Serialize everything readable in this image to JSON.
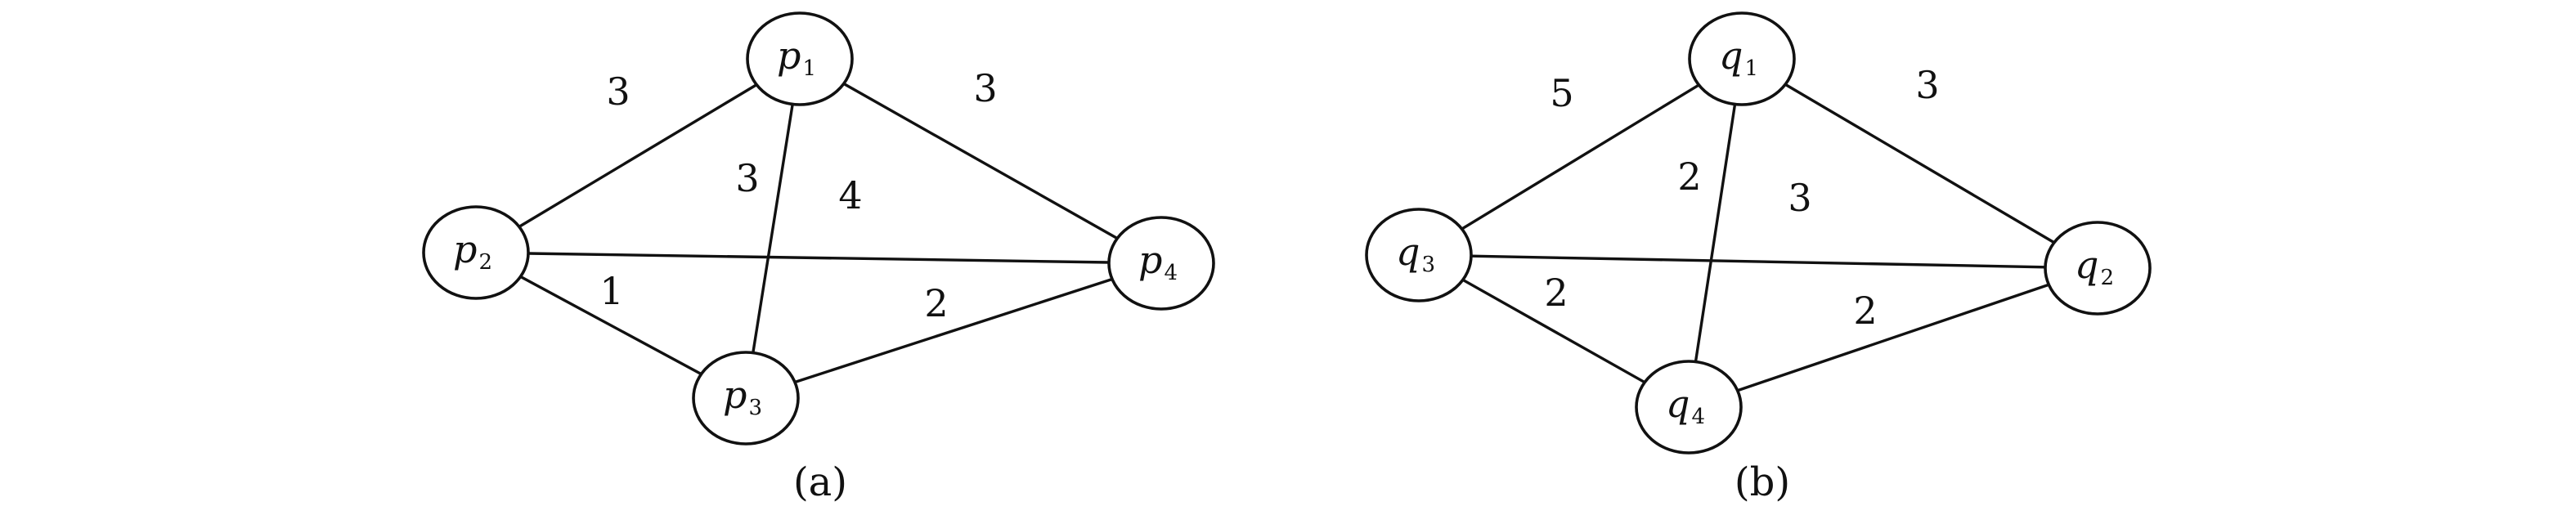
{
  "graphs": [
    {
      "id": "a",
      "caption": "(a)",
      "nodes": [
        {
          "id": "p1",
          "base": "p",
          "sub": "1"
        },
        {
          "id": "p2",
          "base": "p",
          "sub": "2"
        },
        {
          "id": "p3",
          "base": "p",
          "sub": "3"
        },
        {
          "id": "p4",
          "base": "p",
          "sub": "4"
        }
      ],
      "edges": [
        {
          "from": "p1",
          "to": "p2",
          "weight": "3"
        },
        {
          "from": "p1",
          "to": "p4",
          "weight": "3"
        },
        {
          "from": "p1",
          "to": "p3",
          "weight": "3"
        },
        {
          "from": "p2",
          "to": "p4",
          "weight": "4"
        },
        {
          "from": "p2",
          "to": "p3",
          "weight": "1"
        },
        {
          "from": "p3",
          "to": "p4",
          "weight": "2"
        }
      ]
    },
    {
      "id": "b",
      "caption": "(b)",
      "nodes": [
        {
          "id": "q1",
          "base": "q",
          "sub": "1"
        },
        {
          "id": "q2",
          "base": "q",
          "sub": "2"
        },
        {
          "id": "q3",
          "base": "q",
          "sub": "3"
        },
        {
          "id": "q4",
          "base": "q",
          "sub": "4"
        }
      ],
      "edges": [
        {
          "from": "q1",
          "to": "q3",
          "weight": "5"
        },
        {
          "from": "q1",
          "to": "q2",
          "weight": "3"
        },
        {
          "from": "q1",
          "to": "q4",
          "weight": "2"
        },
        {
          "from": "q3",
          "to": "q2",
          "weight": "3"
        },
        {
          "from": "q3",
          "to": "q4",
          "weight": "2"
        },
        {
          "from": "q4",
          "to": "q2",
          "weight": "2"
        }
      ]
    }
  ]
}
